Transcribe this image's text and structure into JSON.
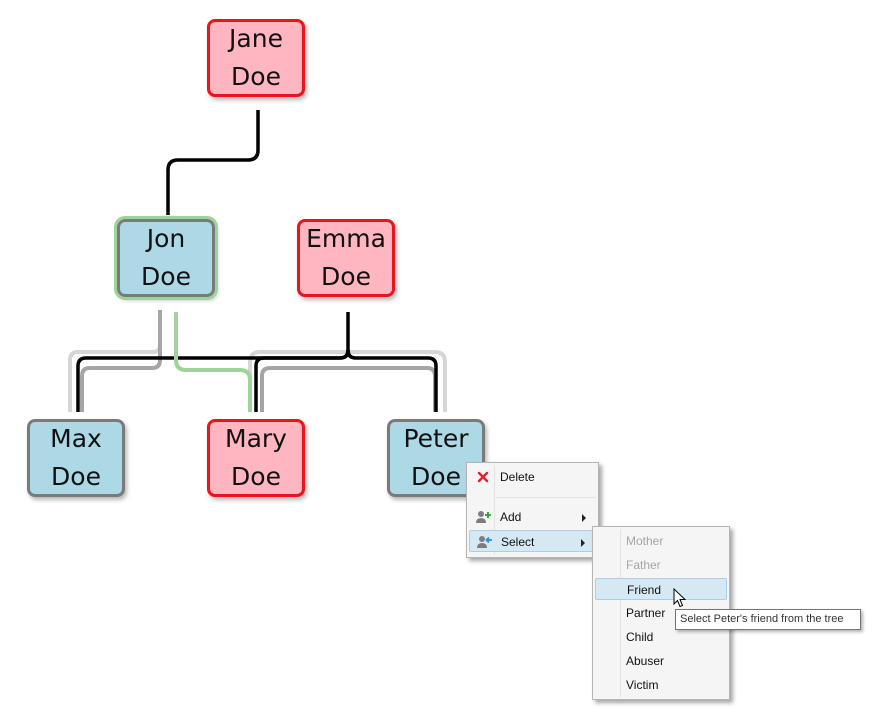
{
  "nodes": [
    {
      "id": "jane",
      "first": "Jane",
      "last": "Doe",
      "gender": "female"
    },
    {
      "id": "jon",
      "first": "Jon",
      "last": "Doe",
      "gender": "male",
      "selected": true
    },
    {
      "id": "emma",
      "first": "Emma",
      "last": "Doe",
      "gender": "female"
    },
    {
      "id": "max",
      "first": "Max",
      "last": "Doe",
      "gender": "male"
    },
    {
      "id": "mary",
      "first": "Mary",
      "last": "Doe",
      "gender": "female"
    },
    {
      "id": "peter",
      "first": "Peter",
      "last": "Doe",
      "gender": "male"
    }
  ],
  "context_menu": {
    "items": [
      {
        "label": "Delete",
        "icon": "delete-x-icon"
      },
      {
        "label": "Add",
        "icon": "add-person-icon",
        "submenu": true
      },
      {
        "label": "Select",
        "icon": "select-person-icon",
        "submenu": true,
        "highlighted": true
      }
    ]
  },
  "select_submenu": {
    "items": [
      {
        "label": "Mother",
        "disabled": true
      },
      {
        "label": "Father",
        "disabled": true
      },
      {
        "label": "Friend",
        "highlighted": true
      },
      {
        "label": "Partner"
      },
      {
        "label": "Child"
      },
      {
        "label": "Abuser"
      },
      {
        "label": "Victim"
      }
    ]
  },
  "tooltip": {
    "text": "Select Peter's friend from the tree"
  },
  "colors": {
    "female_fill": "#ffb6c1",
    "female_border": "#e8151b",
    "male_fill": "#add8e6",
    "male_border": "#7a7a7a",
    "selected_glow": "#9ed49b"
  }
}
